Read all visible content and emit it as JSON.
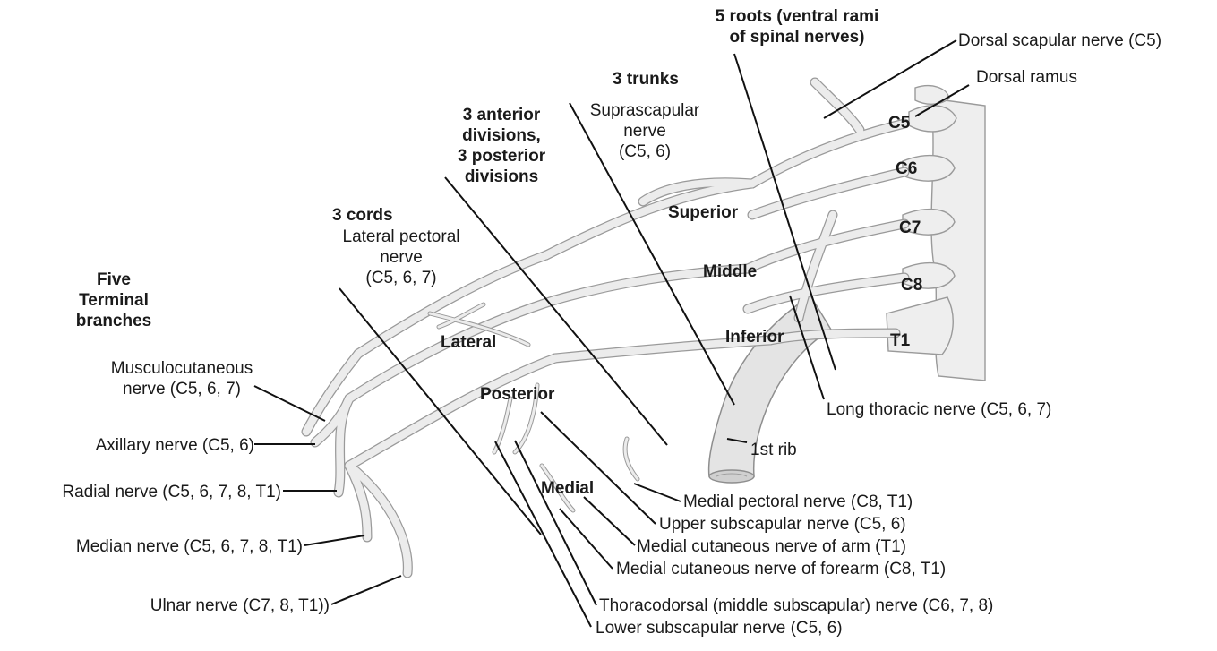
{
  "headings": {
    "roots": [
      "5 roots (ventral rami",
      "of spinal nerves)"
    ],
    "trunks": "3 trunks",
    "divisions": [
      "3 anterior",
      "divisions,",
      "3 posterior",
      "divisions"
    ],
    "cords": "3 cords",
    "terminal": [
      "Five",
      "Terminal",
      "branches"
    ]
  },
  "roots": [
    "C5",
    "C6",
    "C7",
    "C8",
    "T1"
  ],
  "trunks": [
    "Superior",
    "Middle",
    "Inferior"
  ],
  "cords": [
    "Lateral",
    "Posterior",
    "Medial"
  ],
  "labels": {
    "dorsal_scapular": "Dorsal scapular nerve (C5)",
    "dorsal_ramus": "Dorsal ramus",
    "suprascapular": [
      "Suprascapular",
      "nerve",
      "(C5, 6)"
    ],
    "lateral_pectoral": [
      "Lateral pectoral",
      "nerve",
      "(C5, 6, 7)"
    ],
    "musculocutaneous": [
      "Musculocutaneous",
      "nerve (C5, 6, 7)"
    ],
    "axillary": "Axillary nerve (C5, 6)",
    "radial": "Radial nerve (C5, 6, 7, 8, T1)",
    "median": "Median nerve (C5, 6, 7, 8, T1)",
    "ulnar": "Ulnar nerve (C7, 8, T1))",
    "long_thoracic": "Long thoracic nerve (C5, 6, 7)",
    "first_rib": "1st rib",
    "medial_pectoral": "Medial pectoral nerve (C8, T1)",
    "upper_subscapular": "Upper subscapular nerve (C5, 6)",
    "medial_cut_arm": "Medial cutaneous nerve of arm (T1)",
    "medial_cut_forearm": "Medial cutaneous nerve of forearm (C8, T1)",
    "thoracodorsal": "Thoracodorsal (middle subscapular) nerve (C6, 7, 8)",
    "lower_subscapular": "Lower subscapular nerve (C5, 6)"
  },
  "colors": {
    "nerve_fill": "#ececec",
    "nerve_stroke": "#9a9a9a",
    "leader": "#111111",
    "text": "#1a1a1a"
  }
}
